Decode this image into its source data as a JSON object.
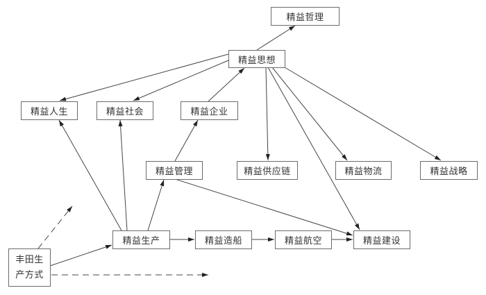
{
  "nodes": {
    "philosophy": "精益哲理",
    "thinking": "精益思想",
    "life": "精益人生",
    "society": "精益社会",
    "enterprise": "精益企业",
    "management": "精益管理",
    "supply_chain": "精益供应链",
    "logistics": "精益物流",
    "strategy": "精益战略",
    "production": "精益生产",
    "shipbuilding": "精益造船",
    "aviation": "精益航空",
    "construction": "精益建设",
    "toyota_line1": "丰田生",
    "toyota_line2": "产方式"
  },
  "edges": [
    {
      "from": "thinking",
      "to": "philosophy",
      "style": "solid"
    },
    {
      "from": "thinking",
      "to": "life",
      "style": "solid"
    },
    {
      "from": "thinking",
      "to": "society",
      "style": "solid"
    },
    {
      "from": "enterprise",
      "to": "thinking",
      "style": "solid"
    },
    {
      "from": "thinking",
      "to": "supply_chain",
      "style": "solid"
    },
    {
      "from": "thinking",
      "to": "logistics",
      "style": "solid"
    },
    {
      "from": "thinking",
      "to": "strategy",
      "style": "solid"
    },
    {
      "from": "thinking",
      "to": "construction",
      "style": "solid"
    },
    {
      "from": "management",
      "to": "enterprise",
      "style": "solid"
    },
    {
      "from": "management",
      "to": "construction",
      "style": "solid"
    },
    {
      "from": "production",
      "to": "life",
      "style": "solid"
    },
    {
      "from": "production",
      "to": "society",
      "style": "solid"
    },
    {
      "from": "production",
      "to": "management",
      "style": "solid"
    },
    {
      "from": "production",
      "to": "shipbuilding",
      "style": "solid"
    },
    {
      "from": "shipbuilding",
      "to": "aviation",
      "style": "solid"
    },
    {
      "from": "aviation",
      "to": "construction",
      "style": "solid"
    },
    {
      "from": "toyota",
      "to": "production",
      "style": "solid"
    },
    {
      "from": "toyota",
      "to": "upward",
      "style": "dashed"
    },
    {
      "from": "toyota",
      "to": "rightward",
      "style": "dashed"
    }
  ],
  "colors": {
    "line": "#333333",
    "border": "#6a6a6a",
    "text": "#333333"
  }
}
